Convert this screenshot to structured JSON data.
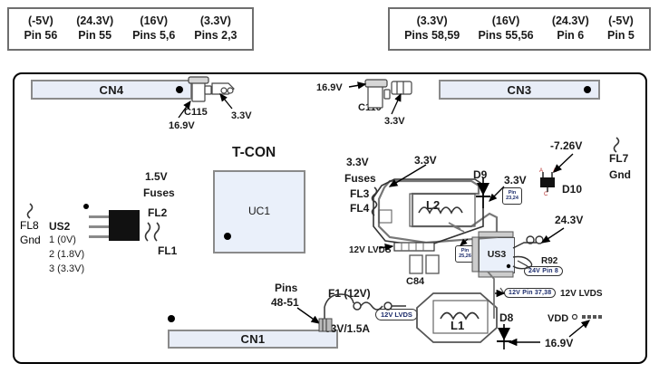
{
  "legend_left": {
    "name": "pin-voltage-legend-left",
    "columns": [
      {
        "voltage": "(-5V)",
        "pins": "Pin 56"
      },
      {
        "voltage": "(24.3V)",
        "pins": "Pin 55"
      },
      {
        "voltage": "(16V)",
        "pins": "Pins 5,6"
      },
      {
        "voltage": "(3.3V)",
        "pins": "Pins 2,3"
      }
    ]
  },
  "legend_right": {
    "name": "pin-voltage-legend-right",
    "columns": [
      {
        "voltage": "(3.3V)",
        "pins": "Pins 58,59"
      },
      {
        "voltage": "(16V)",
        "pins": "Pins 55,56"
      },
      {
        "voltage": "(24.3V)",
        "pins": "Pin 6"
      },
      {
        "voltage": "(-5V)",
        "pins": "Pin 5"
      }
    ]
  },
  "board": {
    "connectors": [
      {
        "id": "cn4",
        "label": "CN4"
      },
      {
        "id": "cn3",
        "label": "CN3"
      },
      {
        "id": "cn1",
        "label": "CN1"
      }
    ],
    "title": "T-CON",
    "chips": [
      {
        "id": "uc1",
        "label": "UC1"
      },
      {
        "id": "us2",
        "label": "US2"
      },
      {
        "id": "us3",
        "label": "US3"
      }
    ],
    "annotations": {
      "c115": "C115",
      "c115_voltage": "16.9V",
      "c115_rail": "3.3V",
      "c110": "C110",
      "c110_voltage": "16.9V",
      "c110_rail": "3.3V",
      "fl8": "FL8",
      "fl8_gnd": "Gnd",
      "us2_pin1": "1 (0V)",
      "us2_pin2": "2 (1.8V)",
      "us2_pin3": "3 (3.3V)",
      "fuses_15v": "1.5V",
      "fuses_word": "Fuses",
      "fl2": "FL2",
      "fl1": "FL1",
      "fuses_33v": "3.3V",
      "fuses_word2": "Fuses",
      "fl3": "FL3",
      "fl4": "FL4",
      "l2_arrow_voltage": "3.3V",
      "l2": "L2",
      "d9": "D9",
      "d9_rail": "3.3V",
      "pin_2324": "Pin 23,24",
      "neg726": "-7.26V",
      "d10": "D10",
      "fl7": "FL7",
      "fl7_gnd": "Gnd",
      "v243": "24.3V",
      "r92": "R92",
      "r92_tag": "24V Pin 8",
      "lvds_12v_left": "12V LVDS",
      "pin_2526": "Pin 25,26",
      "c84": "C84",
      "pins_4851": "Pins\n48-51",
      "f1": "F1 (12V)",
      "fuse_rating": "63V/1.5A",
      "lvds_tag_bottom": "12V LVDS",
      "l1": "L1",
      "lvds_pin_tag": "12V Pin 37,38",
      "lvds_12v_right": "12V LVDS",
      "d8": "D8",
      "vdd": "VDD",
      "d8_voltage": "16.9V"
    }
  },
  "colors": {
    "frame": "#000000",
    "connector_fill": "#e8edf7",
    "connector_border": "#8a8a8a",
    "chip_fill": "#eaf0fa",
    "text": "#1a1a1a",
    "pill_text": "#1a2a6a"
  }
}
